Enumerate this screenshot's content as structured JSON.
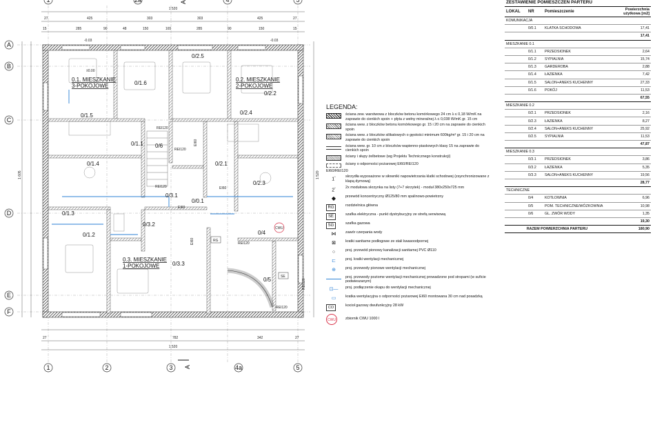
{
  "plan": {
    "axes_top": [
      "1",
      "2a",
      "A",
      "4",
      "5"
    ],
    "axes_bottom": [
      "1",
      "2",
      "3",
      "4a",
      "5"
    ],
    "axes_side": [
      "A",
      "B",
      "C",
      "D",
      "E",
      "F"
    ],
    "section_mark": "A",
    "top_dims_row1": [
      "27",
      "425",
      "303",
      "303",
      "425",
      "27"
    ],
    "top_dims_row2": [
      "15",
      "285",
      "90",
      "48",
      "150",
      "165",
      "285",
      "90",
      "150",
      "15"
    ],
    "bottom_dims_row1": [
      "27",
      "782",
      "342",
      "27"
    ],
    "bottom_total": "1 520",
    "top_total": "1 520",
    "side_total_left": "1 605",
    "side_total_right": "1 520",
    "levels": [
      "-0.03",
      "±0.00",
      "-0.03"
    ],
    "apartments": [
      {
        "line1": "0.1. MIESZKANIE",
        "line2": "3-POKOJOWE"
      },
      {
        "line1": "0.2. MIESZKANIE",
        "line2": "2-POKOJOWE"
      },
      {
        "line1": "0.3. MIESZKANIE",
        "line2": "1-POKOJOWE"
      }
    ],
    "rooms": [
      "0/1.6",
      "0/2.5",
      "0/1.5",
      "0/2.4",
      "0/1.1",
      "0/6",
      "0/1.4",
      "0/2.1",
      "0/2.3",
      "0/3.1",
      "0/0.1",
      "0/1.3",
      "0/3.2",
      "0/4",
      "0/1.2",
      "0/5",
      "0/3.3",
      "0/2.2"
    ],
    "fire_labels": [
      "REI120",
      "REI120",
      "EI60",
      "EI60",
      "EI60",
      "EI60",
      "REI120",
      "REI120",
      "REI120",
      "REI120"
    ],
    "tags": [
      "RG",
      "SE",
      "SG",
      "CO",
      "CWU"
    ]
  },
  "legend": {
    "title": "LEGENDA:",
    "items": [
      {
        "sym": "hatch-dense",
        "text": "ściana zew. warstwowa z bloczków betonu komórkowego 24 cm λ ≤ 0,18 W/mK na zaprawie do cienkich spoin + płyta z wełny mineralnej λ ≤ 0,038 W/mK gr. 15 cm"
      },
      {
        "sym": "hatch-medium",
        "text": "ściana wew. z bloczków betonu komórkowego gr. 15 i 20 cm na zaprawie do cienkich spoin"
      },
      {
        "sym": "hatch-fine",
        "text": "ściana wew. z bloczków silikatowych o gęstości minimum 600kg/m³ gr. 15 i 20 cm na zaprawie do cienkich spoin"
      },
      {
        "sym": "hatch-light",
        "text": "ściana wew. gr. 10 cm z bloczków wapienno-piaskowych klasy 15 na zaprawie do cienkich spoin"
      },
      {
        "sym": "hatch-cross",
        "text": "ściany i słupy żelbetowe (wg Projektu Technicznego konstrukcji)"
      },
      {
        "sym": "fire-line",
        "text": "ściany o odporności pożarowej EI60/REI120"
      },
      {
        "sym": "fire-label",
        "text": ""
      },
      {
        "sym": "num1",
        "text": "skrzydła wyposażone w siłowniki napowietrzania klatki schodowej (zsynchronizowane z klapą dymową)"
      },
      {
        "sym": "num2",
        "text": "2x modułowa skrzynka na listy (7+7 skrzytek) - moduł 380x250x725 mm"
      },
      {
        "sym": "dot",
        "text": "przewód koncentryczny Ø125/80 mm spalinowo-powietrzny"
      },
      {
        "sym": "box-rg",
        "text": "rozdzielnica główna"
      },
      {
        "sym": "box-se",
        "text": "szafka elektryczna - punkt dystrybucyjny ze strefą serwisową"
      },
      {
        "sym": "box-sg",
        "text": "szafka gazowa"
      },
      {
        "sym": "valve",
        "text": "zawór czerpania wody"
      },
      {
        "sym": "grate",
        "text": "kratki sanitarne podłogowe ze stali kwasoodpornej"
      },
      {
        "sym": "circle",
        "text": "proj. przewód pionowy kanalizacji sanitarnej PVC Ø110"
      },
      {
        "sym": "vent-sq",
        "text": "proj. kratki wentylacji mechanicznej"
      },
      {
        "sym": "vent-cross",
        "text": "proj. przewody pionowe wentylacji mechanicznej"
      },
      {
        "sym": "vent-line",
        "text": "proj. przewody poziome wentylacji mechanicznej prowadzone pod stropami (w suficie podwieszanym)"
      },
      {
        "sym": "vent-hood",
        "text": "proj. podłączenie okapu do wentylacji mechanicznej"
      },
      {
        "sym": "vent-fire",
        "text": "kratka wentylacyjna o odporności pożarowej EI60 montowana 30 cm nad posadzką"
      },
      {
        "sym": "box-co",
        "text": "kocioł gazowy dwufunkcyjny 28 kW"
      },
      {
        "sym": "cwu",
        "text": "zbiornik CWU 1000 l"
      }
    ],
    "fire_label_text": "EI60/REI120",
    "num1": "1",
    "num2": "2",
    "box_rg": "RG",
    "box_se": "SE",
    "box_sg": "SG",
    "box_co": "CO",
    "cwu": "CWU"
  },
  "summary": {
    "title": "ZESTAWIENIE POMIESZCZEŃ PARTERU",
    "headers": [
      "LOKAL",
      "NR",
      "Pomieszczenie",
      "Powierzchnia użytkowa [m2]"
    ],
    "groups": [
      {
        "name": "KOMUNIKACJA",
        "rows": [
          [
            "0/0.1",
            "KLATKA SCHODOWA",
            "17,41"
          ]
        ],
        "subtotal": "17,41"
      },
      {
        "name": "MIESZKANIE 0.1",
        "rows": [
          [
            "0/1.1",
            "PRZEDSIONEK",
            "2,64"
          ],
          [
            "0/1.2",
            "SYPIALNIA",
            "15,74"
          ],
          [
            "0/1.3",
            "GARDEROBA",
            "2,88"
          ],
          [
            "0/1.4",
            "ŁAZIENKA",
            "7,42"
          ],
          [
            "0/1.5",
            "SALON+ANEKS KUCHENNY",
            "27,33"
          ],
          [
            "0/1.6",
            "POKÓJ",
            "11,53"
          ]
        ],
        "subtotal": "67,55"
      },
      {
        "name": "MIESZKANIE 0.2",
        "rows": [
          [
            "0/2.1",
            "PRZEDSIONEK",
            "2,16"
          ],
          [
            "0/2.3",
            "ŁAZIENKA",
            "8,27"
          ],
          [
            "0/2.4",
            "SALON+ANEKS KUCHENNY",
            "25,92"
          ],
          [
            "0/2.5",
            "SYPIALNIA",
            "11,53"
          ]
        ],
        "subtotal": "47,87"
      },
      {
        "name": "MIESZKANIE 0.3",
        "rows": [
          [
            "0/3.1",
            "PRZEDSIONEK",
            "3,86"
          ],
          [
            "0/3.2",
            "ŁAZIENKA",
            "5,35"
          ],
          [
            "0/3.3",
            "SALON+ANEKS KUCHENNY",
            "19,56"
          ]
        ],
        "subtotal": "28,77"
      },
      {
        "name": "TECHNICZNE",
        "rows": [
          [
            "0/4",
            "KOTŁOWNIA",
            "6,96"
          ],
          [
            "0/5",
            "POM. TECHNICZNE/WÓZKOWNIA",
            "10,98"
          ],
          [
            "0/6",
            "GL. ZWÓR WODY",
            "1,35"
          ]
        ],
        "subtotal": "19,30"
      }
    ],
    "total_label": "RAZEM POWIERZCHNIA PARTERU",
    "total_value": "180,90"
  },
  "colors": {
    "vent": "#2a7fd4",
    "cwu": "#d9334a",
    "wall": "#555555"
  }
}
